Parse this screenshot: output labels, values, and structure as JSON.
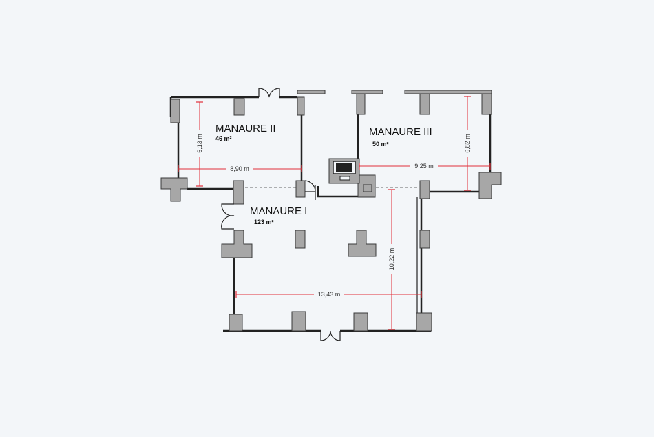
{
  "rooms": [
    {
      "name": "MANAURE II",
      "area": "46 m²"
    },
    {
      "name": "MANAURE III",
      "area": "50 m²"
    },
    {
      "name": "MANAURE I",
      "area": "123 m²"
    }
  ],
  "dimensions": {
    "d1": "6,13 m",
    "d2": "8,90 m",
    "d3": "6,82 m",
    "d4": "9,25 m",
    "d5": "10,22 m",
    "d6": "13,43 m"
  },
  "colors": {
    "wall": "#222222",
    "column": "#a7a7a7",
    "dimension": "#e0303a",
    "background": "#f3f6f9"
  }
}
